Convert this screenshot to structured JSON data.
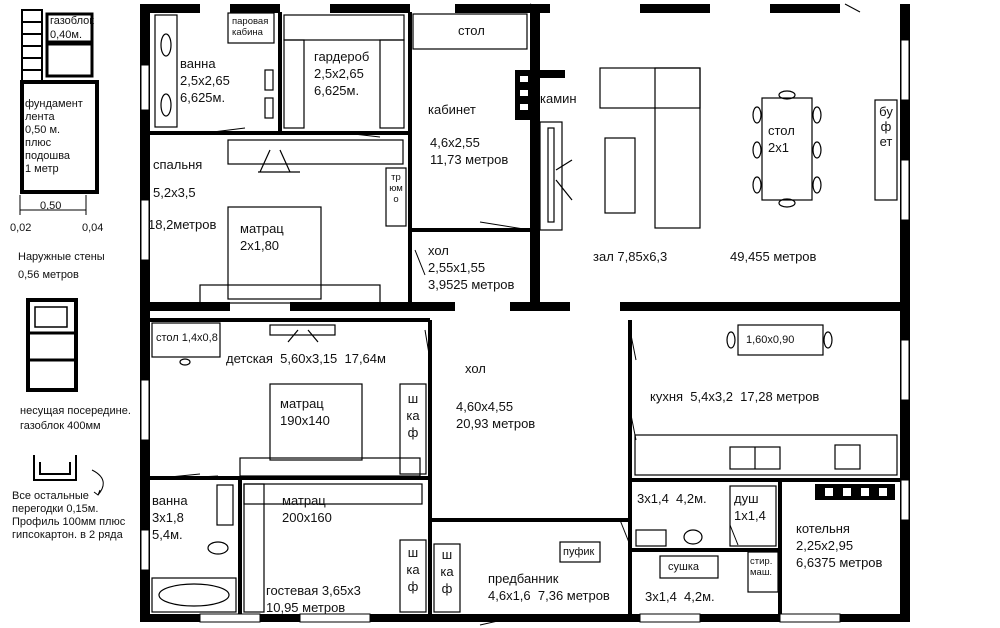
{
  "legend": {
    "gasblock": "газоблок\n0,40м.",
    "foundation": "фундамент\nлента\n0,50 м.\nплюс\nподошва\n1 метр",
    "dim_050": "0,50",
    "dim_002": "0,02",
    "dim_004": "0,04",
    "outer_walls": "Наружные стены\n0,56 метров",
    "bearing": "несущая посередине.\nгазоблок 400мм",
    "partitions": "Все остальные\nперегодки 0,15м.\nПрофиль 100мм плюс\nгипсокартон. в 2 ряда"
  },
  "rooms": {
    "bath1": "ванна\n2,5x2,65\n6,625м.",
    "steam": "паровая\nкабина",
    "wardrobe": "гардероб\n2,5x2,65\n6,625м.",
    "desk_top": "стол",
    "study_name": "кабинет",
    "study_info": "4,6x2,55\n11,73 метров",
    "fireplace": "камин",
    "table_hall": "стол\n2x1",
    "buffet": "буфет",
    "bedroom": "спальня",
    "bedroom_size": "5,2x3,5",
    "bedroom_area": "18,2метров",
    "trumo": "трюмо",
    "mattress1": "матрац\n2x1,80",
    "hall1": "хол\n2,55x1,55\n3,9525 метров",
    "living": "зал 7,85x6,3",
    "living_area": "49,455 метров",
    "kids_table": "стол 1,4x0,8",
    "kids": "детская  5,60x3,15  17,64м",
    "mattress2": "матрац\n190x140",
    "closet": "шкаф",
    "hall2_name": "хол",
    "hall2_info": "4,60x4,55\n20,93 метров",
    "kitchen_table": "1,60x0,90",
    "kitchen": "кухня  5,4x3,2  17,28 метров",
    "bath2": "ванна\n3x1,8\n5,4м.",
    "mattress3": "матрац\n200x160",
    "guest": "гостевая 3,65x3\n10,95 метров",
    "closet2": "шкаф",
    "closet3": "шкаф",
    "pouf": "пуфик",
    "vestibule": "предбанник\n4,6x1,6  7,36 метров",
    "room_a": "3x1,4  4,2м.",
    "shower": "душ\n1x1,4",
    "dryer": "сушка",
    "washer": "стир.\nмаш.",
    "boiler": "котельня\n2,25x2,95\n6,6375 метров",
    "room_b": "3x1,4  4,2м."
  }
}
